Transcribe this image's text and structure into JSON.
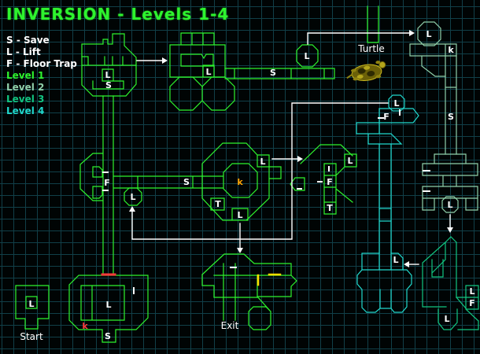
{
  "title": "INVERSION - Levels 1-4",
  "legend": {
    "keys": [
      {
        "label": "S - Save"
      },
      {
        "label": "L - Lift"
      },
      {
        "label": "F - Floor Trap"
      }
    ],
    "levels": [
      {
        "label": "Level 1"
      },
      {
        "label": "Level 2"
      },
      {
        "label": "Level 3"
      },
      {
        "label": "Level 4"
      }
    ]
  },
  "colors": {
    "level1": "#2ef32e",
    "level2": "#90d0aa",
    "level3": "#12c581",
    "level4": "#20d8cc",
    "grid": "#113f48",
    "background": "#000404",
    "path_white": "#ffffff",
    "key_orange": "#ffa200",
    "alert_red": "#ff3a3a",
    "door_yellow": "#ffdf00"
  },
  "map": {
    "labels": [
      {
        "t": "L"
      },
      {
        "t": "S"
      },
      {
        "t": "L"
      },
      {
        "t": "S"
      },
      {
        "t": "L"
      },
      {
        "t": "L"
      },
      {
        "t": "k"
      },
      {
        "t": "S"
      },
      {
        "t": "F"
      },
      {
        "t": "S"
      },
      {
        "t": "L"
      },
      {
        "t": "k",
        "c": "#ffa200"
      },
      {
        "t": "L"
      },
      {
        "t": "T"
      },
      {
        "t": "L"
      },
      {
        "t": "L"
      },
      {
        "t": "F"
      },
      {
        "t": "T"
      },
      {
        "t": "L"
      },
      {
        "t": "F"
      },
      {
        "t": "L"
      },
      {
        "t": "L"
      },
      {
        "t": "L"
      },
      {
        "t": "F"
      },
      {
        "t": "L"
      },
      {
        "t": "L"
      },
      {
        "t": "L"
      },
      {
        "t": "k",
        "c": "#ff3a3a"
      },
      {
        "t": "S"
      },
      {
        "t": "Turtle"
      },
      {
        "t": "Start"
      },
      {
        "t": "Exit"
      }
    ]
  }
}
